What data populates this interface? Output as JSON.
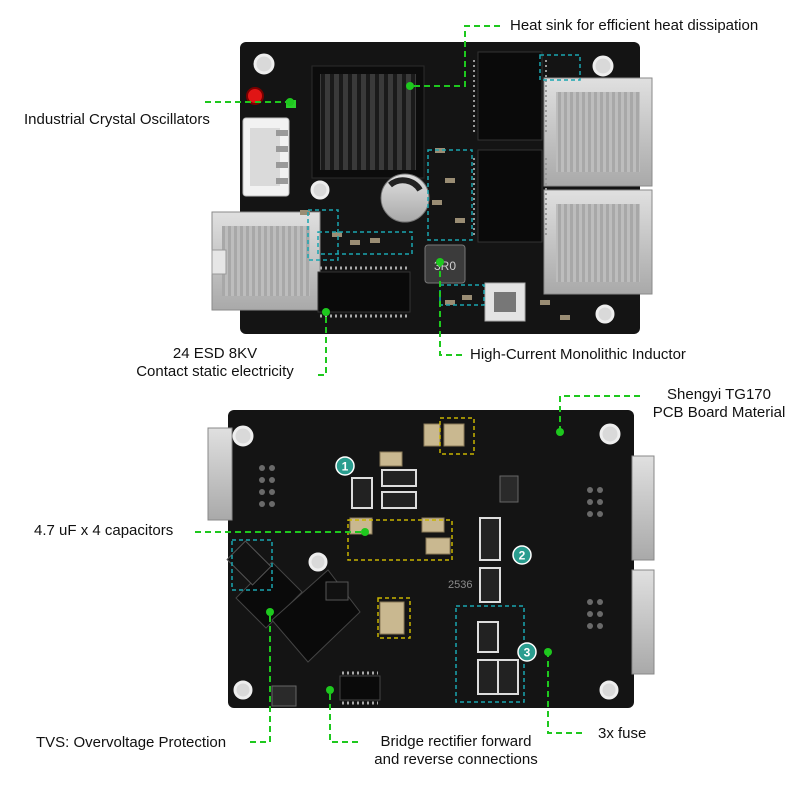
{
  "colors": {
    "background": "#ffffff",
    "pcb": "#111111",
    "leader": "#1ec81e",
    "highlight_cyan": "#1aa5b0",
    "highlight_yellow": "#c8b400",
    "badge": "#2a9d8f"
  },
  "top_board": {
    "labels": {
      "heat_sink": "Heat sink for efficient heat dissipation",
      "crystal": "Industrial Crystal Oscillators",
      "esd_line1": "24 ESD 8KV",
      "esd_line2": "Contact static electricity",
      "inductor": "High-Current Monolithic Inductor"
    },
    "inductor_marking": "3R0"
  },
  "bottom_board": {
    "labels": {
      "material_line1": "Shengyi TG170",
      "material_line2": "PCB Board Material",
      "capacitors": "4.7 uF x 4 capacitors",
      "tvs": "TVS: Overvoltage Protection",
      "rectifier_line1": "Bridge rectifier forward",
      "rectifier_line2": "and reverse connections",
      "fuse": "3x fuse"
    },
    "badges": [
      "1",
      "2",
      "3"
    ],
    "silkscreen": "2536"
  }
}
